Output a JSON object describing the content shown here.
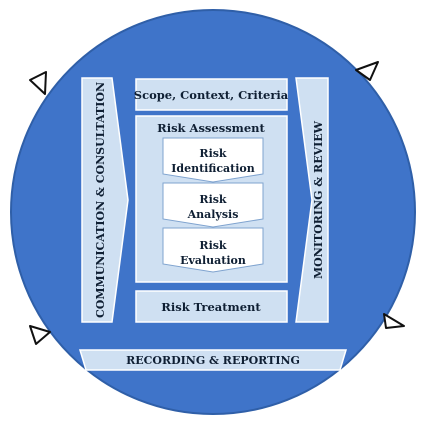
{
  "colors": {
    "circle": "#3f74c9",
    "circle_edge": "#2f5fa8",
    "box_fill": "#cfe0f2",
    "box_edge": "#ffffff",
    "step_fill": "#ffffff",
    "step_edge": "#7fa3cf",
    "text": "#0f1f33",
    "arrowhead_fill": "#ffffff",
    "arrowhead_edge": "#111111"
  },
  "diagram": {
    "left_bar": {
      "label": "COMMUNICATION & CONSULTATION"
    },
    "right_bar": {
      "label": "MONITORING & REVIEW"
    },
    "scope": {
      "label": "Scope, Context, Criteria"
    },
    "assessment": {
      "title": "Risk Assessment",
      "steps": [
        {
          "line1": "Risk",
          "line2": "Identification"
        },
        {
          "line1": "Risk",
          "line2": "Analysis"
        },
        {
          "line1": "Risk",
          "line2": "Evaluation"
        }
      ]
    },
    "treatment": {
      "label": "Risk Treatment"
    },
    "recording": {
      "label": "RECORDING & REPORTING"
    },
    "cycle_arrowheads": [
      "arrowhead-left-upper",
      "arrowhead-right-upper",
      "arrowhead-left-lower",
      "arrowhead-right-lower"
    ]
  }
}
